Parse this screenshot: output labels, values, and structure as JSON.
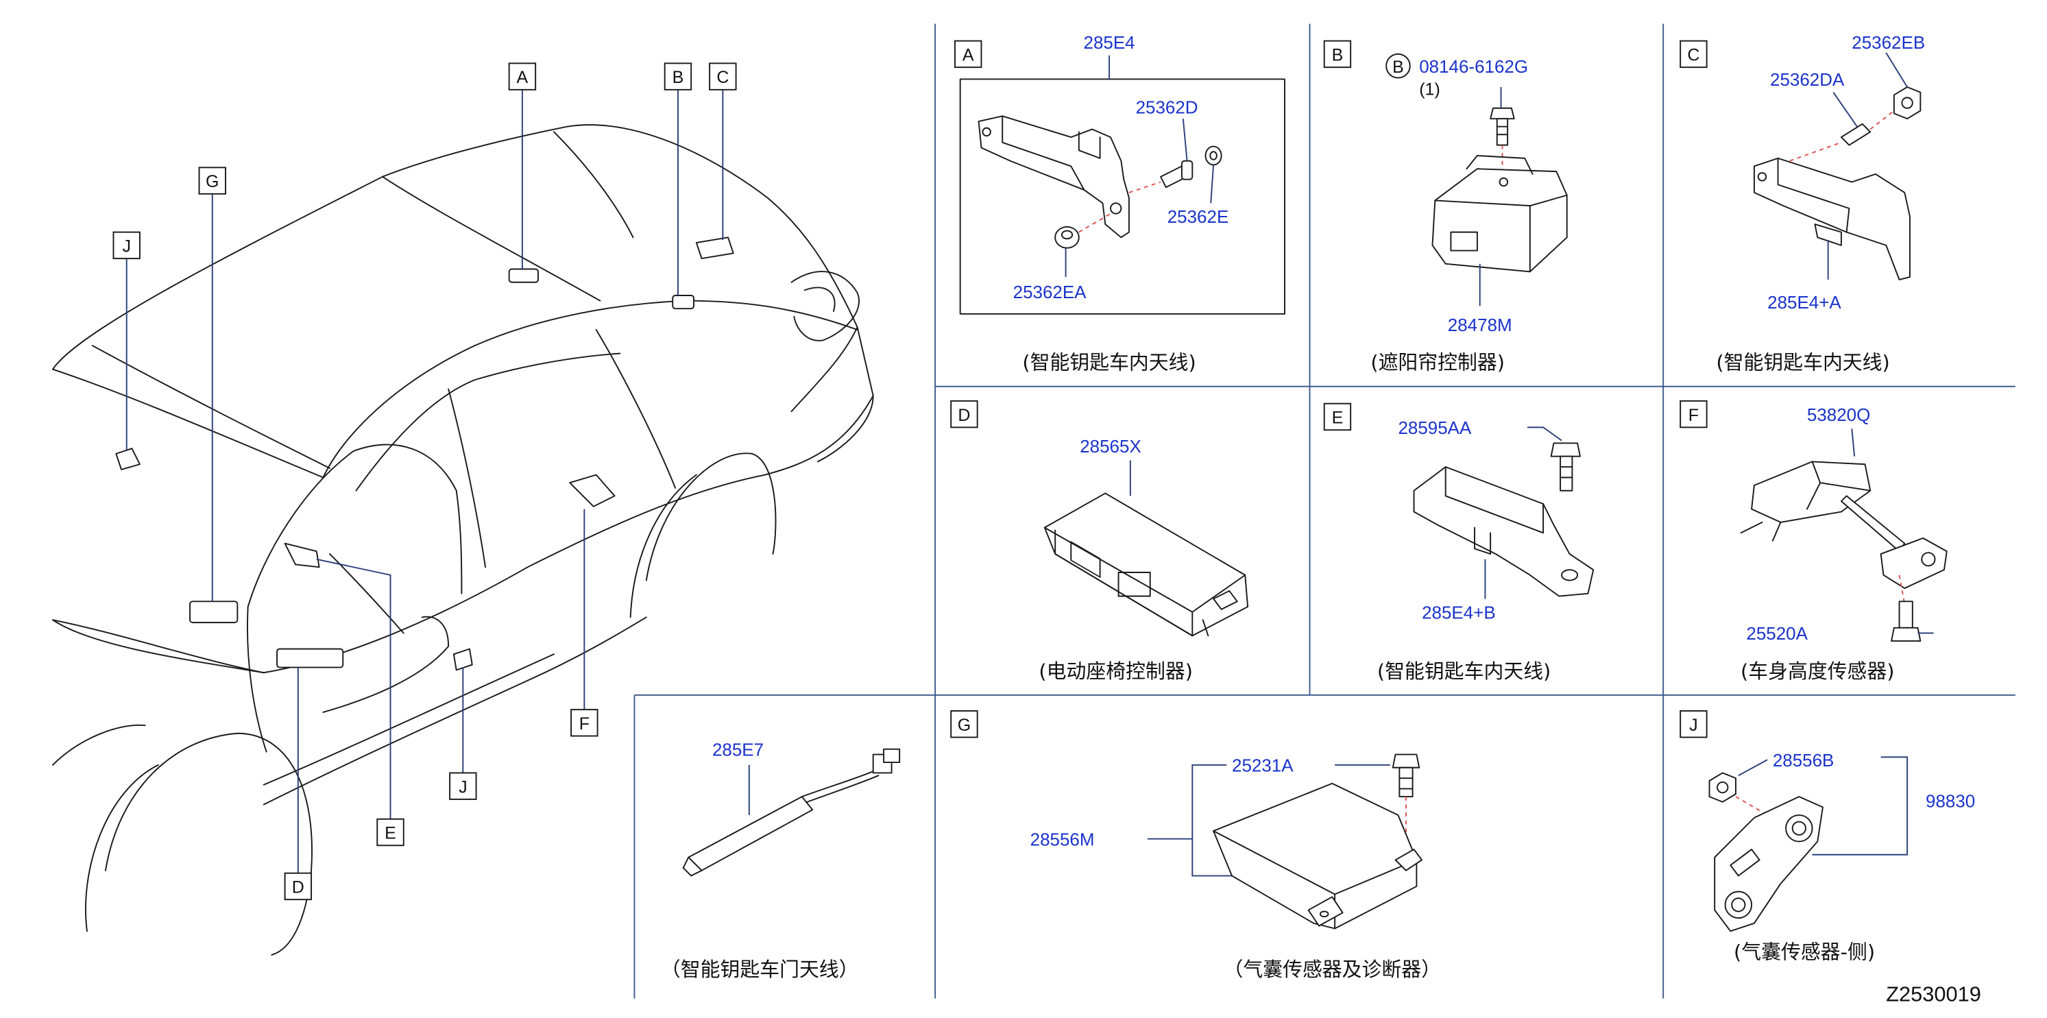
{
  "callouts": {
    "A": "A",
    "B": "B",
    "C": "C",
    "D": "D",
    "E": "E",
    "F": "F",
    "G": "G",
    "J": "J"
  },
  "panels": {
    "A": {
      "part_main": "285E4",
      "part_screw": "25362D",
      "part_washer": "25362E",
      "part_clip": "25362EA",
      "caption": "(智能钥匙车内天线)"
    },
    "B": {
      "bolt_circle": "B",
      "part_bolt": "08146-6162G",
      "qty": "(1)",
      "part_main": "28478M",
      "caption": "(遮阳帘控制器)"
    },
    "C": {
      "part_nut": "25362EB",
      "part_screw": "25362DA",
      "part_main": "285E4+A",
      "caption": "(智能钥匙车内天线)"
    },
    "D": {
      "part_main": "28565X",
      "caption": "(电动座椅控制器)"
    },
    "E": {
      "part_bolt": "28595AA",
      "part_main": "285E4+B",
      "caption": "(智能钥匙车内天线)"
    },
    "F": {
      "part_main": "53820Q",
      "part_bolt": "25520A",
      "caption": "(车身高度传感器)"
    },
    "door": {
      "part_main": "285E7",
      "caption": "（智能钥匙车门天线）"
    },
    "G": {
      "part_bolt": "25231A",
      "part_main": "28556M",
      "caption": "（气囊传感器及诊断器）"
    },
    "J": {
      "part_nut": "28556B",
      "part_assy": "98830",
      "caption": "(气囊传感器-侧)"
    }
  },
  "diagram_code": "Z2530019"
}
